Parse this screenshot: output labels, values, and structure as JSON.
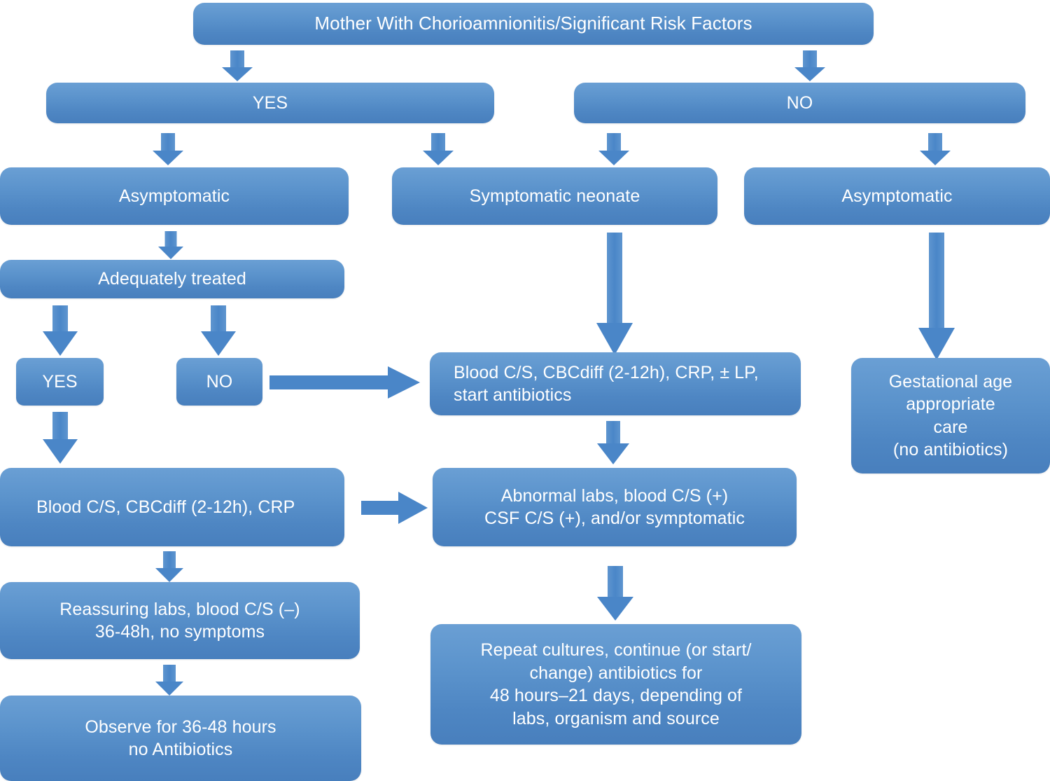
{
  "diagram": {
    "title": "Neonatal sepsis evaluation algorithm",
    "accent_color": "#4a86c8",
    "node_fill_top": "#6a9fd4",
    "node_fill_bottom": "#487fbd",
    "text_color": "#ffffff",
    "background": "#ffffff"
  },
  "nodes": {
    "root": "Mother With Chorioamnionitis/Significant Risk Factors",
    "yes_branch": "YES",
    "no_branch": "NO",
    "asymptomatic_left": "Asymptomatic",
    "symptomatic_neonate": "Symptomatic neonate",
    "asymptomatic_right": "Asymptomatic",
    "adequately_treated": "Adequately treated",
    "treated_yes": "YES",
    "treated_no": "NO",
    "workup_full_line1": "Blood C/S, CBCdiff (2-12h), CRP, ± LP,",
    "workup_full_line2": "start antibiotics",
    "gestational_line1": "Gestational age",
    "gestational_line2": "appropriate",
    "gestational_line3": "care",
    "gestational_line4": "(no antibiotics)",
    "workup_basic": "Blood C/S, CBCdiff (2-12h), CRP",
    "abnormal_line1": "Abnormal labs, blood C/S (+)",
    "abnormal_line2": "CSF C/S (+), and/or symptomatic",
    "reassuring_line1": "Reassuring labs, blood C/S (–)",
    "reassuring_line2": "36-48h, no symptoms",
    "repeat_line1": "Repeat cultures, continue (or start/",
    "repeat_line2": "change) antibiotics for",
    "repeat_line3": "48 hours–21 days, depending of",
    "repeat_line4": "labs, organism and source",
    "observe_line1": "Observe for 36-48 hours",
    "observe_line2": "no Antibiotics"
  },
  "connectors": [
    {
      "name": "root-to-yes",
      "direction": "down"
    },
    {
      "name": "root-to-no",
      "direction": "down"
    },
    {
      "name": "yes-to-asymptomatic-left",
      "direction": "down"
    },
    {
      "name": "yes-to-symptomatic-neonate",
      "direction": "down"
    },
    {
      "name": "no-to-symptomatic-neonate",
      "direction": "down"
    },
    {
      "name": "no-to-asymptomatic-right",
      "direction": "down"
    },
    {
      "name": "asymptomatic-left-to-adequately-treated",
      "direction": "down"
    },
    {
      "name": "adequately-treated-to-yes",
      "direction": "down"
    },
    {
      "name": "adequately-treated-to-no",
      "direction": "down"
    },
    {
      "name": "no-to-workup-full",
      "direction": "right"
    },
    {
      "name": "treated-yes-to-workup-basic",
      "direction": "down"
    },
    {
      "name": "symptomatic-neonate-to-workup-full",
      "direction": "down"
    },
    {
      "name": "asymptomatic-right-to-gestational-care",
      "direction": "down"
    },
    {
      "name": "workup-full-to-abnormal-labs",
      "direction": "down"
    },
    {
      "name": "workup-basic-to-abnormal-labs",
      "direction": "right"
    },
    {
      "name": "workup-basic-to-reassuring",
      "direction": "down"
    },
    {
      "name": "abnormal-labs-to-repeat-cultures",
      "direction": "down"
    },
    {
      "name": "reassuring-to-observe",
      "direction": "down"
    }
  ]
}
